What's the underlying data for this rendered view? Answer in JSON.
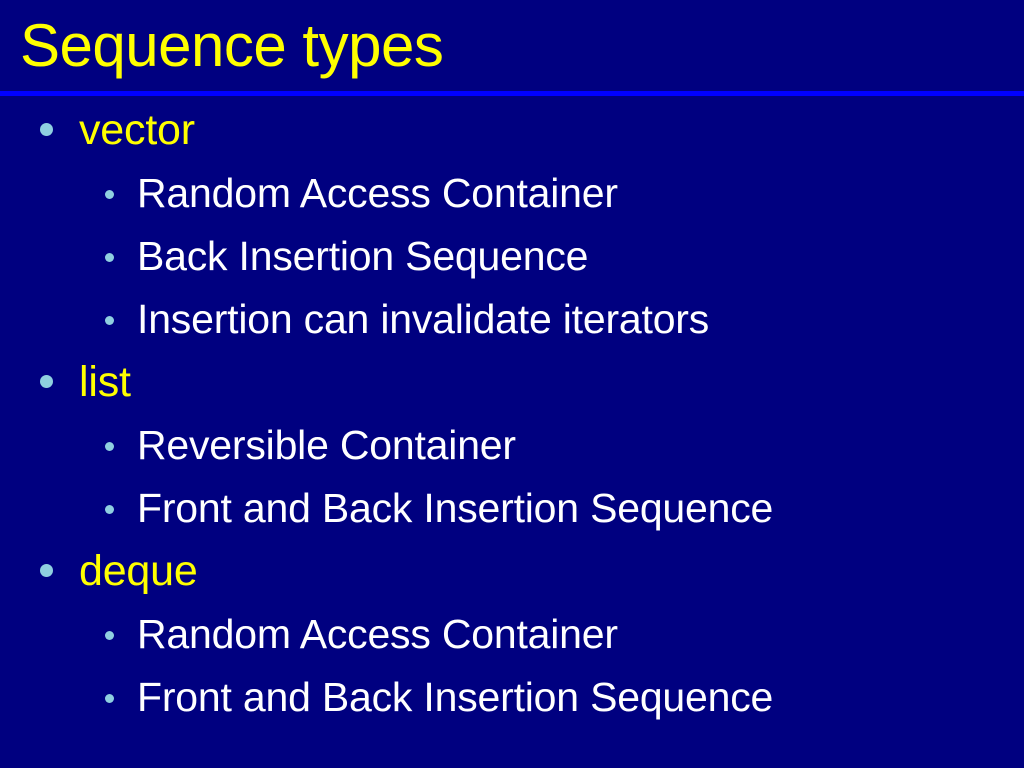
{
  "slide": {
    "title": "Sequence types",
    "background_color": "#000080",
    "title_color": "#ffff00",
    "rule_color": "#0000ff",
    "bullet_color": "#8fcfe0",
    "level1_text_color": "#ffff00",
    "level2_text_color": "#ffffff",
    "lines": [
      {
        "level": 1,
        "text": "vector"
      },
      {
        "level": 2,
        "text": "Random Access Container"
      },
      {
        "level": 2,
        "text": "Back Insertion Sequence"
      },
      {
        "level": 2,
        "text": "Insertion can invalidate iterators"
      },
      {
        "level": 1,
        "text": "list"
      },
      {
        "level": 2,
        "text": "Reversible Container"
      },
      {
        "level": 2,
        "text": "Front and Back Insertion Sequence"
      },
      {
        "level": 1,
        "text": "deque"
      },
      {
        "level": 2,
        "text": "Random Access Container"
      },
      {
        "level": 2,
        "text": "Front and Back Insertion Sequence"
      }
    ]
  }
}
